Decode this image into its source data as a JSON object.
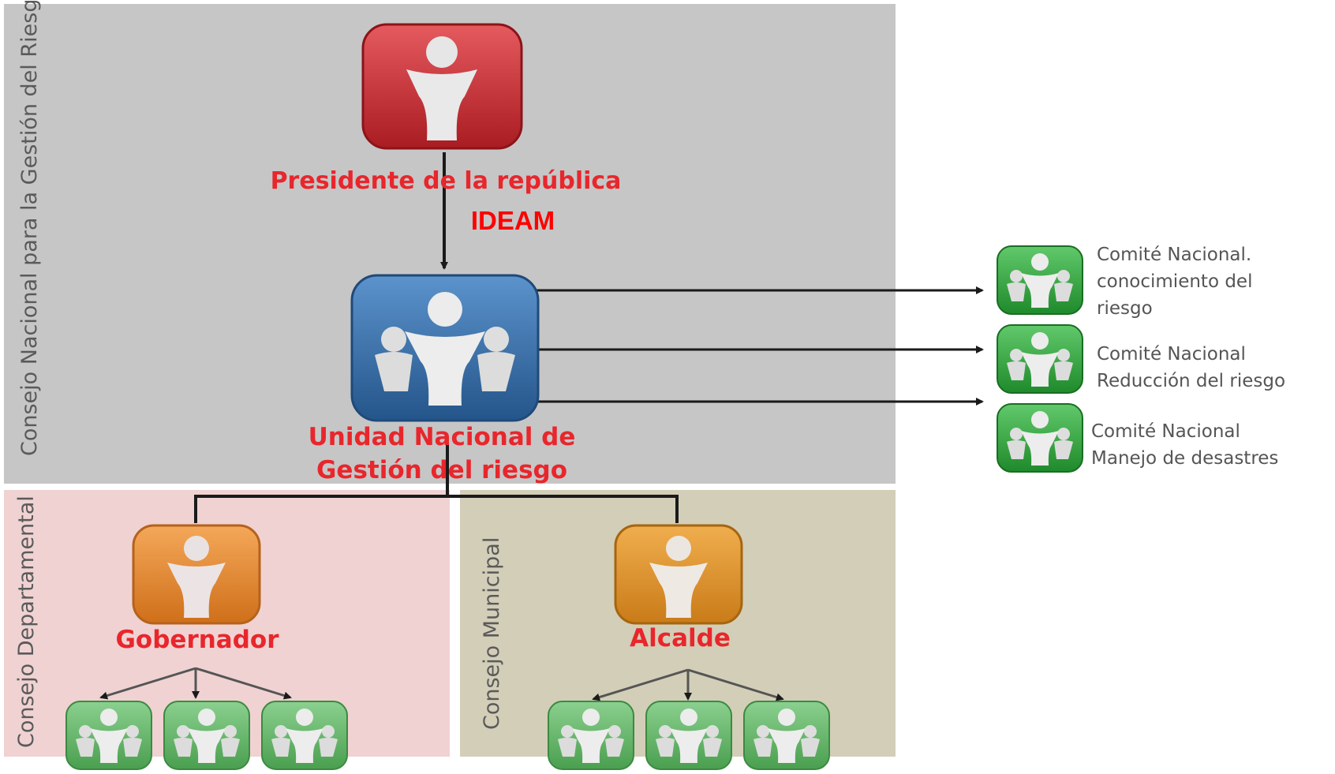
{
  "zones": {
    "national_label": "Consejo Nacional para la Gestión del Riesgo",
    "departmental_label": "Consejo Departamental",
    "municipal_label": "Consejo Municipal"
  },
  "nodes": {
    "president": "Presidente de la república",
    "ideam": "IDEAM",
    "unit_line1": "Unidad Nacional de",
    "unit_line2": "Gestión del riesgo",
    "governor": "Gobernador",
    "mayor": "Alcalde"
  },
  "committees": [
    {
      "line1": "Comité Nacional.",
      "line2": "conocimiento del",
      "line3": "riesgo"
    },
    {
      "line1": "Comité Nacional",
      "line2": "Reducción  del riesgo"
    },
    {
      "line1": "Comité Nacional",
      "line2": "Manejo de desastres"
    }
  ],
  "colors": {
    "national_bg": "#c6c6c6",
    "departmental_bg": "#f0d2d2",
    "municipal_bg": "#d3ceb8",
    "red_icon": "#c8252c",
    "blue_icon": "#2e6aa6",
    "orange_icon": "#e5842a",
    "green_icon": "#2ea83b",
    "label_red": "#e8262c"
  },
  "icons": {
    "president": "person-icon",
    "unit": "group-icon",
    "governor": "person-icon",
    "mayor": "person-icon",
    "committee": "group-icon"
  }
}
